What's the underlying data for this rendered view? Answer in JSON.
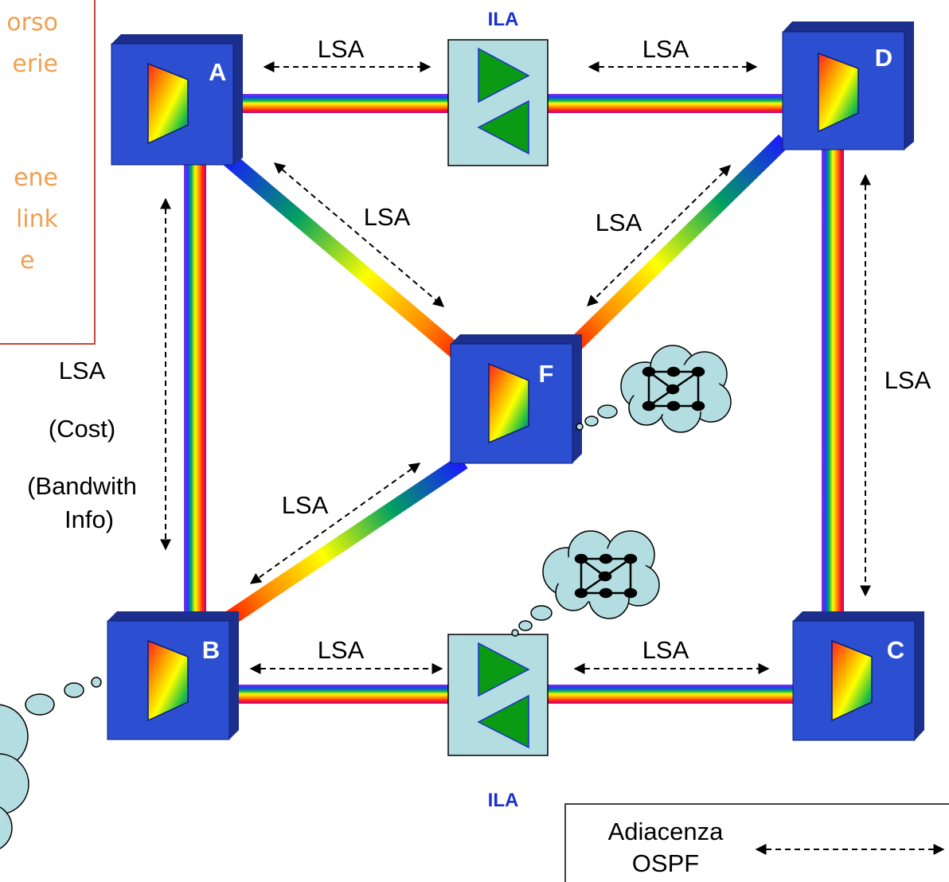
{
  "notes_box": {
    "lines": [
      "orso",
      "erie",
      "ene",
      "link",
      "e"
    ],
    "text_color": "#f0a050",
    "border_color": "#d04040"
  },
  "nodes": [
    {
      "id": "A",
      "label": "A"
    },
    {
      "id": "D",
      "label": "D"
    },
    {
      "id": "F",
      "label": "F"
    },
    {
      "id": "B",
      "label": "B"
    },
    {
      "id": "C",
      "label": "C"
    }
  ],
  "amplifiers": [
    {
      "id": "ila-top",
      "label": "ILA"
    },
    {
      "id": "ila-bottom",
      "label": "ILA"
    }
  ],
  "adjacency_labels": {
    "top_left": "LSA",
    "top_right": "LSA",
    "diag_af": "LSA",
    "diag_fd": "LSA",
    "diag_bf": "LSA",
    "right": "LSA",
    "bottom_left": "LSA",
    "bottom_right": "LSA",
    "left_lines": [
      "LSA",
      "(Cost)",
      "(Bandwith",
      "Info)"
    ]
  },
  "legend": {
    "label_lines": [
      "Adiacenza",
      "OSPF"
    ],
    "arrow_icon": "dashed-double-arrow-icon"
  },
  "colors": {
    "node_blue": "#2b4fd0",
    "ila_fill": "#b3dde0",
    "ila_triangle": "#0a9a14",
    "ila_label": "#1a2fd0",
    "cloud_fill": "#b3dde0"
  }
}
